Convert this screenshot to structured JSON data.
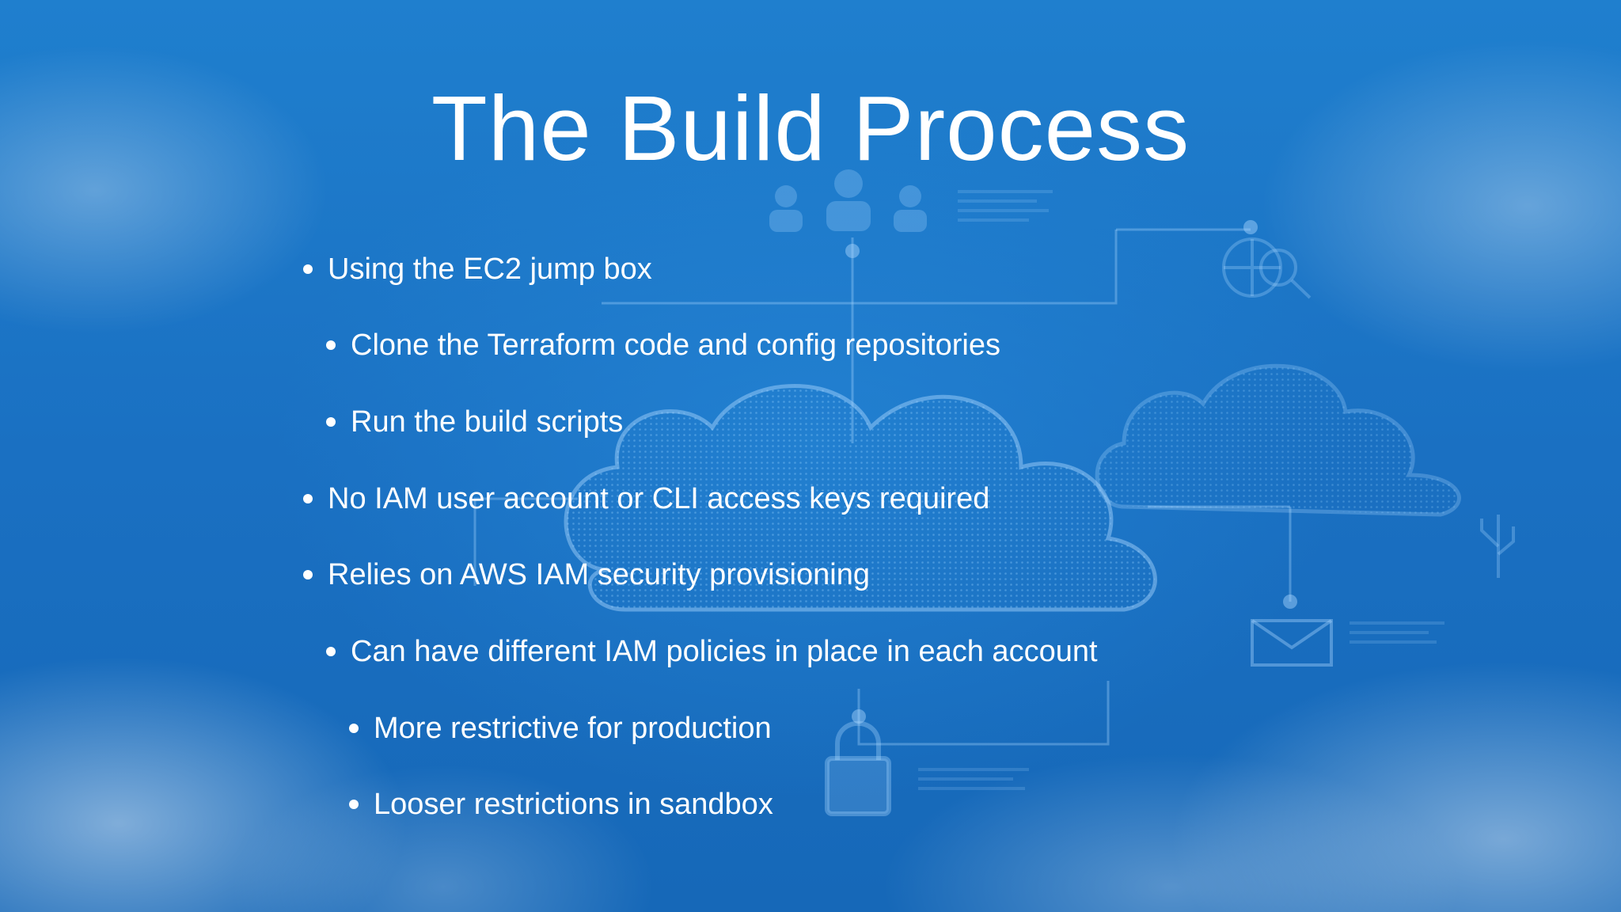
{
  "slide": {
    "title": "The Build Process",
    "bullets": [
      {
        "text": "Using the EC2 jump box",
        "level": 1
      },
      {
        "text": "Clone the Terraform code and config repositories",
        "level": 2
      },
      {
        "text": "Run the build scripts",
        "level": 2
      },
      {
        "text": "No IAM user account or CLI access keys required",
        "level": 1
      },
      {
        "text": "Relies on AWS IAM security provisioning",
        "level": 1
      },
      {
        "text": "Can have different IAM policies in place in each account",
        "level": 2
      },
      {
        "text": "More restrictive for production",
        "level": 3
      },
      {
        "text": "Looser restrictions in sandbox",
        "level": 3
      }
    ],
    "colors": {
      "background": "#1a70c2",
      "text": "#ffffff"
    },
    "background_icons": [
      "cloud-icon",
      "people-icon",
      "envelope-icon",
      "lock-icon",
      "usb-icon",
      "globe-search-icon"
    ]
  }
}
